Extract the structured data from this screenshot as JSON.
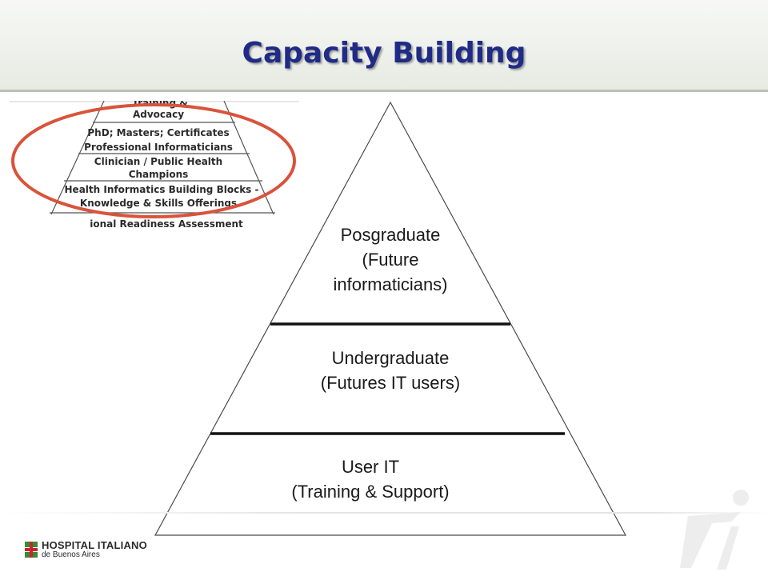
{
  "slide": {
    "title": "Capacity Building"
  },
  "thumbnail": {
    "rows": [
      "Training &",
      "Advocacy",
      "PhD; Masters; Certificates",
      "Professional Informaticians",
      "Clinician / Public Health",
      "Champions",
      "Health Informatics Building Blocks -",
      "Knowledge & Skills Offerings",
      "ional Readiness Assessment"
    ],
    "highlight_color": "#d9533b"
  },
  "pyramid": {
    "tiers": [
      {
        "lines": [
          "Posgraduate",
          "(Future",
          "informaticians)"
        ]
      },
      {
        "lines": [
          "Undergraduate",
          "(Futures IT users)"
        ]
      },
      {
        "lines": [
          "User IT",
          "(Training & Support)"
        ]
      }
    ]
  },
  "logo": {
    "name": "HOSPITAL ITALIANO",
    "sub": "de Buenos Aires",
    "accent": "#3a8a3a"
  },
  "colors": {
    "title": "#1f2b86",
    "header_bg": "#e9ede5"
  },
  "icons": [
    "hospital-cross-icon",
    "runner-watermark-icon"
  ]
}
